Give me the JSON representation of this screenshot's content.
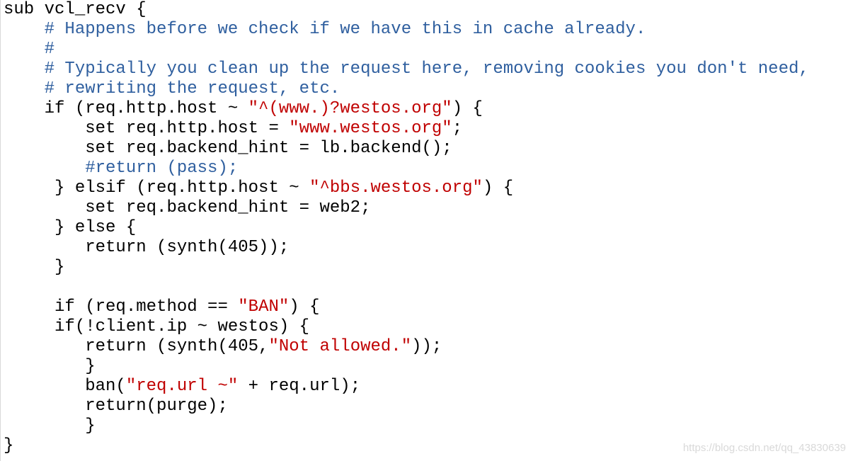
{
  "editor": {
    "lines": [
      [
        {
          "t": "sub vcl_recv {",
          "k": "p"
        }
      ],
      [
        {
          "t": "    ",
          "k": "p"
        },
        {
          "t": "# Happens before we check if we have this in cache already.",
          "k": "c"
        }
      ],
      [
        {
          "t": "    ",
          "k": "p"
        },
        {
          "t": "#",
          "k": "c"
        }
      ],
      [
        {
          "t": "    ",
          "k": "p"
        },
        {
          "t": "# Typically you clean up the request here, removing cookies you don't need,",
          "k": "c"
        }
      ],
      [
        {
          "t": "    ",
          "k": "p"
        },
        {
          "t": "# rewriting the request, etc.",
          "k": "c"
        }
      ],
      [
        {
          "t": "    if (req.http.host ~ ",
          "k": "p"
        },
        {
          "t": "\"^(www.)?westos.org\"",
          "k": "s"
        },
        {
          "t": ") {",
          "k": "p"
        }
      ],
      [
        {
          "t": "        set req.http.host = ",
          "k": "p"
        },
        {
          "t": "\"www.westos.org\"",
          "k": "s"
        },
        {
          "t": ";",
          "k": "p"
        }
      ],
      [
        {
          "t": "        set req.backend_hint = lb.backend();",
          "k": "p"
        }
      ],
      [
        {
          "t": "        ",
          "k": "p"
        },
        {
          "t": "#return (pass);",
          "k": "c"
        }
      ],
      [
        {
          "t": "     } elsif (req.http.host ~ ",
          "k": "p"
        },
        {
          "t": "\"^bbs.westos.org\"",
          "k": "s"
        },
        {
          "t": ") {",
          "k": "p"
        }
      ],
      [
        {
          "t": "        set req.backend_hint = web2;",
          "k": "p"
        }
      ],
      [
        {
          "t": "     } else {",
          "k": "p"
        }
      ],
      [
        {
          "t": "        return (synth(405));",
          "k": "p"
        }
      ],
      [
        {
          "t": "     }",
          "k": "p"
        }
      ],
      [
        {
          "t": "",
          "k": "p"
        }
      ],
      [
        {
          "t": "     if (req.method == ",
          "k": "p"
        },
        {
          "t": "\"BAN\"",
          "k": "s"
        },
        {
          "t": ") {",
          "k": "p"
        }
      ],
      [
        {
          "t": "     if(!client.ip ~ westos) {",
          "k": "p"
        }
      ],
      [
        {
          "t": "        return (synth(405,",
          "k": "p"
        },
        {
          "t": "\"Not allowed.\"",
          "k": "s"
        },
        {
          "t": "));",
          "k": "p"
        }
      ],
      [
        {
          "t": "        }",
          "k": "p"
        }
      ],
      [
        {
          "t": "        ban(",
          "k": "p"
        },
        {
          "t": "\"req.url ~\"",
          "k": "s"
        },
        {
          "t": " + req.url);",
          "k": "p"
        }
      ],
      [
        {
          "t": "        return(purge);",
          "k": "p"
        }
      ],
      [
        {
          "t": "        }",
          "k": "p"
        }
      ],
      [
        {
          "t": "}",
          "k": "p"
        }
      ]
    ]
  },
  "watermark": "https://blog.csdn.net/qq_43830639",
  "colors": {
    "comment": "#2f5f9f",
    "string": "#c00000",
    "plain": "#000000",
    "background": "#ffffff"
  }
}
